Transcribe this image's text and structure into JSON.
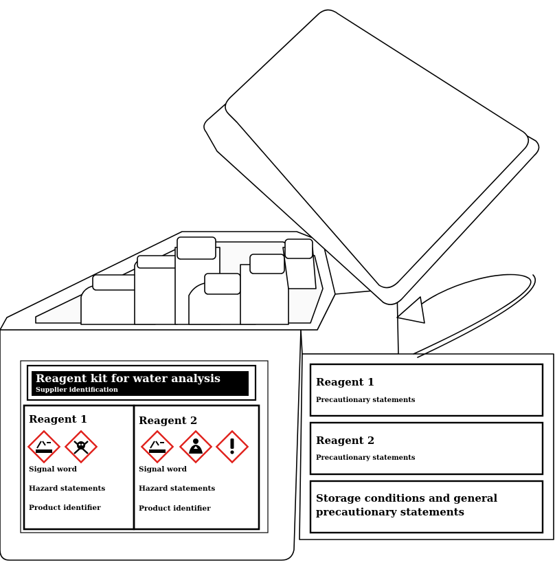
{
  "front_label": {
    "kit_title": "Reagent kit for water analysis",
    "supplier": "Supplier identification",
    "reagent1": {
      "name": "Reagent 1",
      "signal_word": "Signal word",
      "hazard_statements": "Hazard statements",
      "product_identifier": "Product identifier",
      "pictograms": [
        "corrosion-pictogram",
        "skull-crossbones-pictogram"
      ]
    },
    "reagent2": {
      "name": "Reagent 2",
      "signal_word": "Signal word",
      "hazard_statements": "Hazard statements",
      "product_identifier": "Product identifier",
      "pictograms": [
        "corrosion-pictogram",
        "health-hazard-pictogram",
        "exclamation-mark-pictogram"
      ]
    }
  },
  "side_label": {
    "reagent1": {
      "name": "Reagent 1",
      "precautionary": "Precautionary statements"
    },
    "reagent2": {
      "name": "Reagent 2",
      "precautionary": "Precautionary statements"
    },
    "storage_line1": "Storage conditions and general",
    "storage_line2": "precautionary statements"
  },
  "colors": {
    "outline": "#000000",
    "pictogram_border": "#e0201b",
    "label_background": "#ffffff"
  }
}
